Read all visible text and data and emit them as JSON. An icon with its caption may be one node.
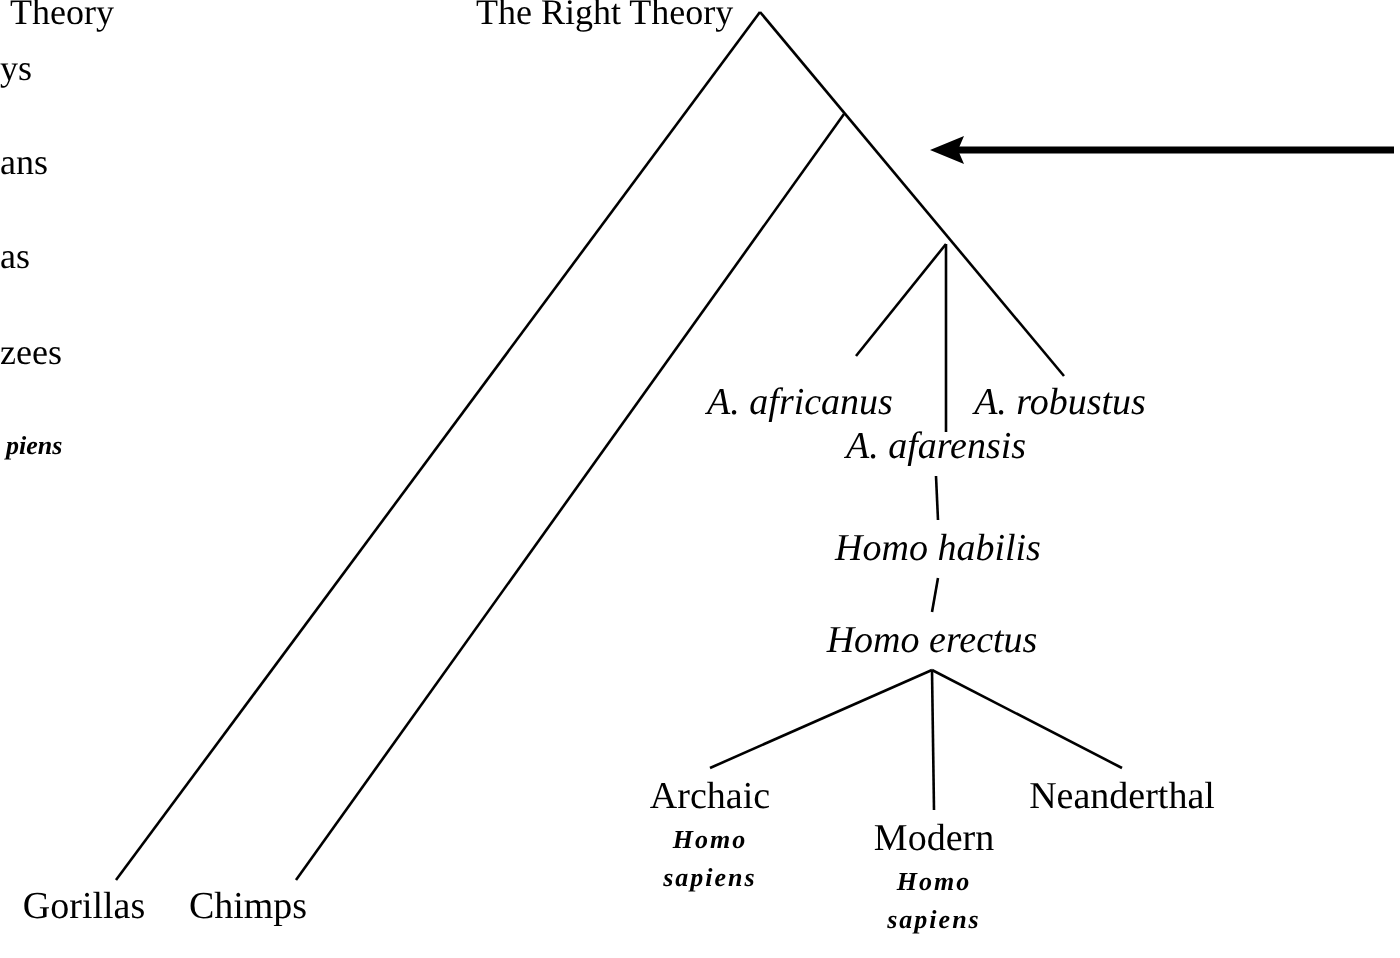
{
  "diagram": {
    "title": "The Right Theory",
    "nodes": [
      {
        "text": [
          "Gorillas"
        ]
      },
      {
        "text": [
          "Chimps"
        ]
      },
      {
        "text": [
          "A. africanus"
        ]
      },
      {
        "text": [
          "A. robustus"
        ]
      },
      {
        "text": [
          "A. afarensis"
        ]
      },
      {
        "text": [
          "Homo habilis"
        ]
      },
      {
        "text": [
          "Homo erectus"
        ]
      },
      {
        "text": [
          "Archaic",
          "Homo sapiens"
        ]
      },
      {
        "text": [
          "Modern",
          "Homo sapiens"
        ]
      },
      {
        "text": [
          "Neanderthal"
        ]
      }
    ],
    "edges": [
      {
        "from": 4,
        "to": 5,
        "arrow": "none"
      },
      {
        "from": 5,
        "to": 6,
        "arrow": "none"
      },
      {
        "from": 6,
        "to": 7,
        "arrow": "none"
      },
      {
        "from": 6,
        "to": 8,
        "arrow": "none"
      },
      {
        "from": 6,
        "to": 9,
        "arrow": "none"
      }
    ],
    "labels": [
      "Theory",
      "ys",
      "ans",
      "as",
      "zees",
      "piens"
    ]
  }
}
